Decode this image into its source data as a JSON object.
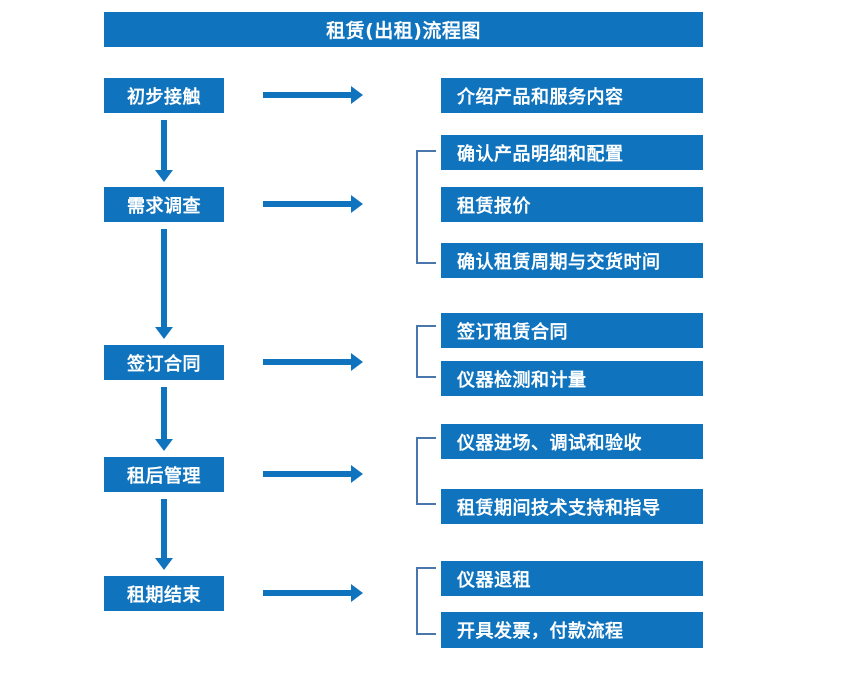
{
  "diagram": {
    "title": "租赁(出租)流程图",
    "accent_color": "#0f73bd",
    "bracket_color": "#4a77ab",
    "background_color": "#ffffff",
    "text_color": "#ffffff"
  },
  "stages": [
    {
      "label": "初步接触"
    },
    {
      "label": "需求调查"
    },
    {
      "label": "签订合同"
    },
    {
      "label": "租后管理"
    },
    {
      "label": "租期结束"
    }
  ],
  "tasks": [
    {
      "label": "介绍产品和服务内容"
    },
    {
      "label": "确认产品明细和配置"
    },
    {
      "label": "租赁报价"
    },
    {
      "label": "确认租赁周期与交货时间"
    },
    {
      "label": "签订租赁合同"
    },
    {
      "label": "仪器检测和计量"
    },
    {
      "label": "仪器进场、调试和验收"
    },
    {
      "label": "租赁期间技术支持和指导"
    },
    {
      "label": "仪器退租"
    },
    {
      "label": "开具发票，付款流程"
    }
  ]
}
